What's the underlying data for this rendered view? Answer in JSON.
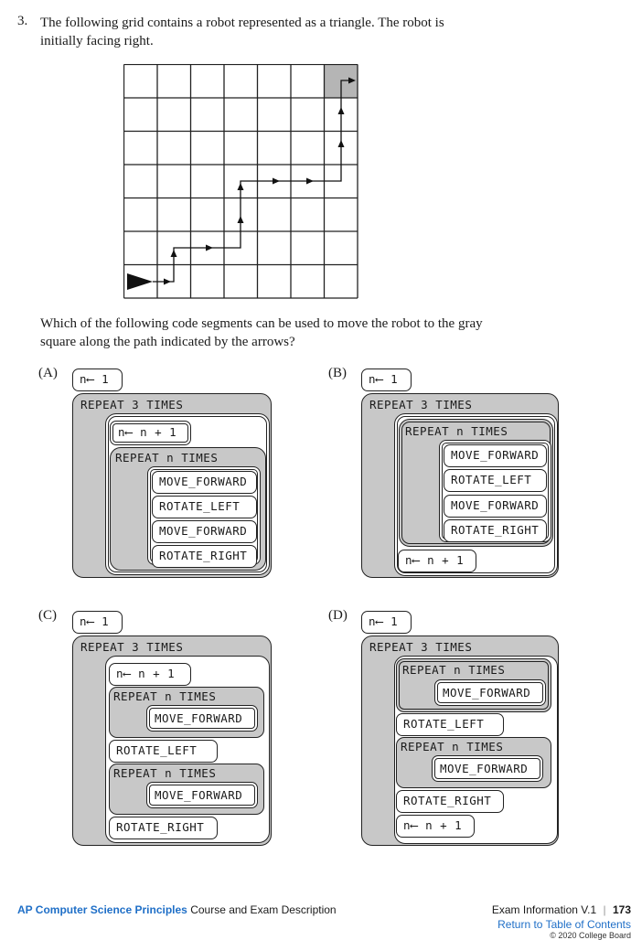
{
  "question": {
    "number": "3.",
    "text": "The following grid contains a robot represented as a triangle. The robot is initially facing right.",
    "prompt": "Which of the following code segments can be used to move the robot to the gray square along the path indicated by the arrows?"
  },
  "options": {
    "a": {
      "label": "(A)",
      "init": "n⟵ 1",
      "repeat3": "REPEAT 3 TIMES",
      "incr": "n⟵ n + 1",
      "repeatn": "REPEAT n TIMES",
      "cmds": [
        "MOVE_FORWARD",
        "ROTATE_LEFT",
        "MOVE_FORWARD",
        "ROTATE_RIGHT"
      ]
    },
    "b": {
      "label": "(B)",
      "init": "n⟵ 1",
      "repeat3": "REPEAT 3 TIMES",
      "repeatn": "REPEAT n TIMES",
      "cmds": [
        "MOVE_FORWARD",
        "ROTATE_LEFT",
        "MOVE_FORWARD",
        "ROTATE_RIGHT"
      ],
      "incr": "n⟵ n + 1"
    },
    "c": {
      "label": "(C)",
      "init": "n⟵ 1",
      "repeat3": "REPEAT 3 TIMES",
      "incr": "n⟵ n + 1",
      "repeatn1": "REPEAT n TIMES",
      "move1": "MOVE_FORWARD",
      "rotl": "ROTATE_LEFT",
      "repeatn2": "REPEAT n TIMES",
      "move2": "MOVE_FORWARD",
      "rotr": "ROTATE_RIGHT"
    },
    "d": {
      "label": "(D)",
      "init": "n⟵ 1",
      "repeat3": "REPEAT 3 TIMES",
      "repeatn1": "REPEAT n TIMES",
      "move1": "MOVE_FORWARD",
      "rotl": "ROTATE_LEFT",
      "repeatn2": "REPEAT n TIMES",
      "move2": "MOVE_FORWARD",
      "rotr": "ROTATE_RIGHT",
      "incr": "n⟵ n + 1"
    }
  },
  "footer": {
    "brand": "AP Computer Science Principles",
    "course": "Course and Exam Description",
    "section": "Exam Information V.1",
    "page": "173",
    "link": "Return to Table of Contents",
    "copyright": "© 2020 College Board"
  },
  "colors": {
    "gray_fill": "#c8c8c8",
    "link_blue": "#1f6fc7"
  }
}
